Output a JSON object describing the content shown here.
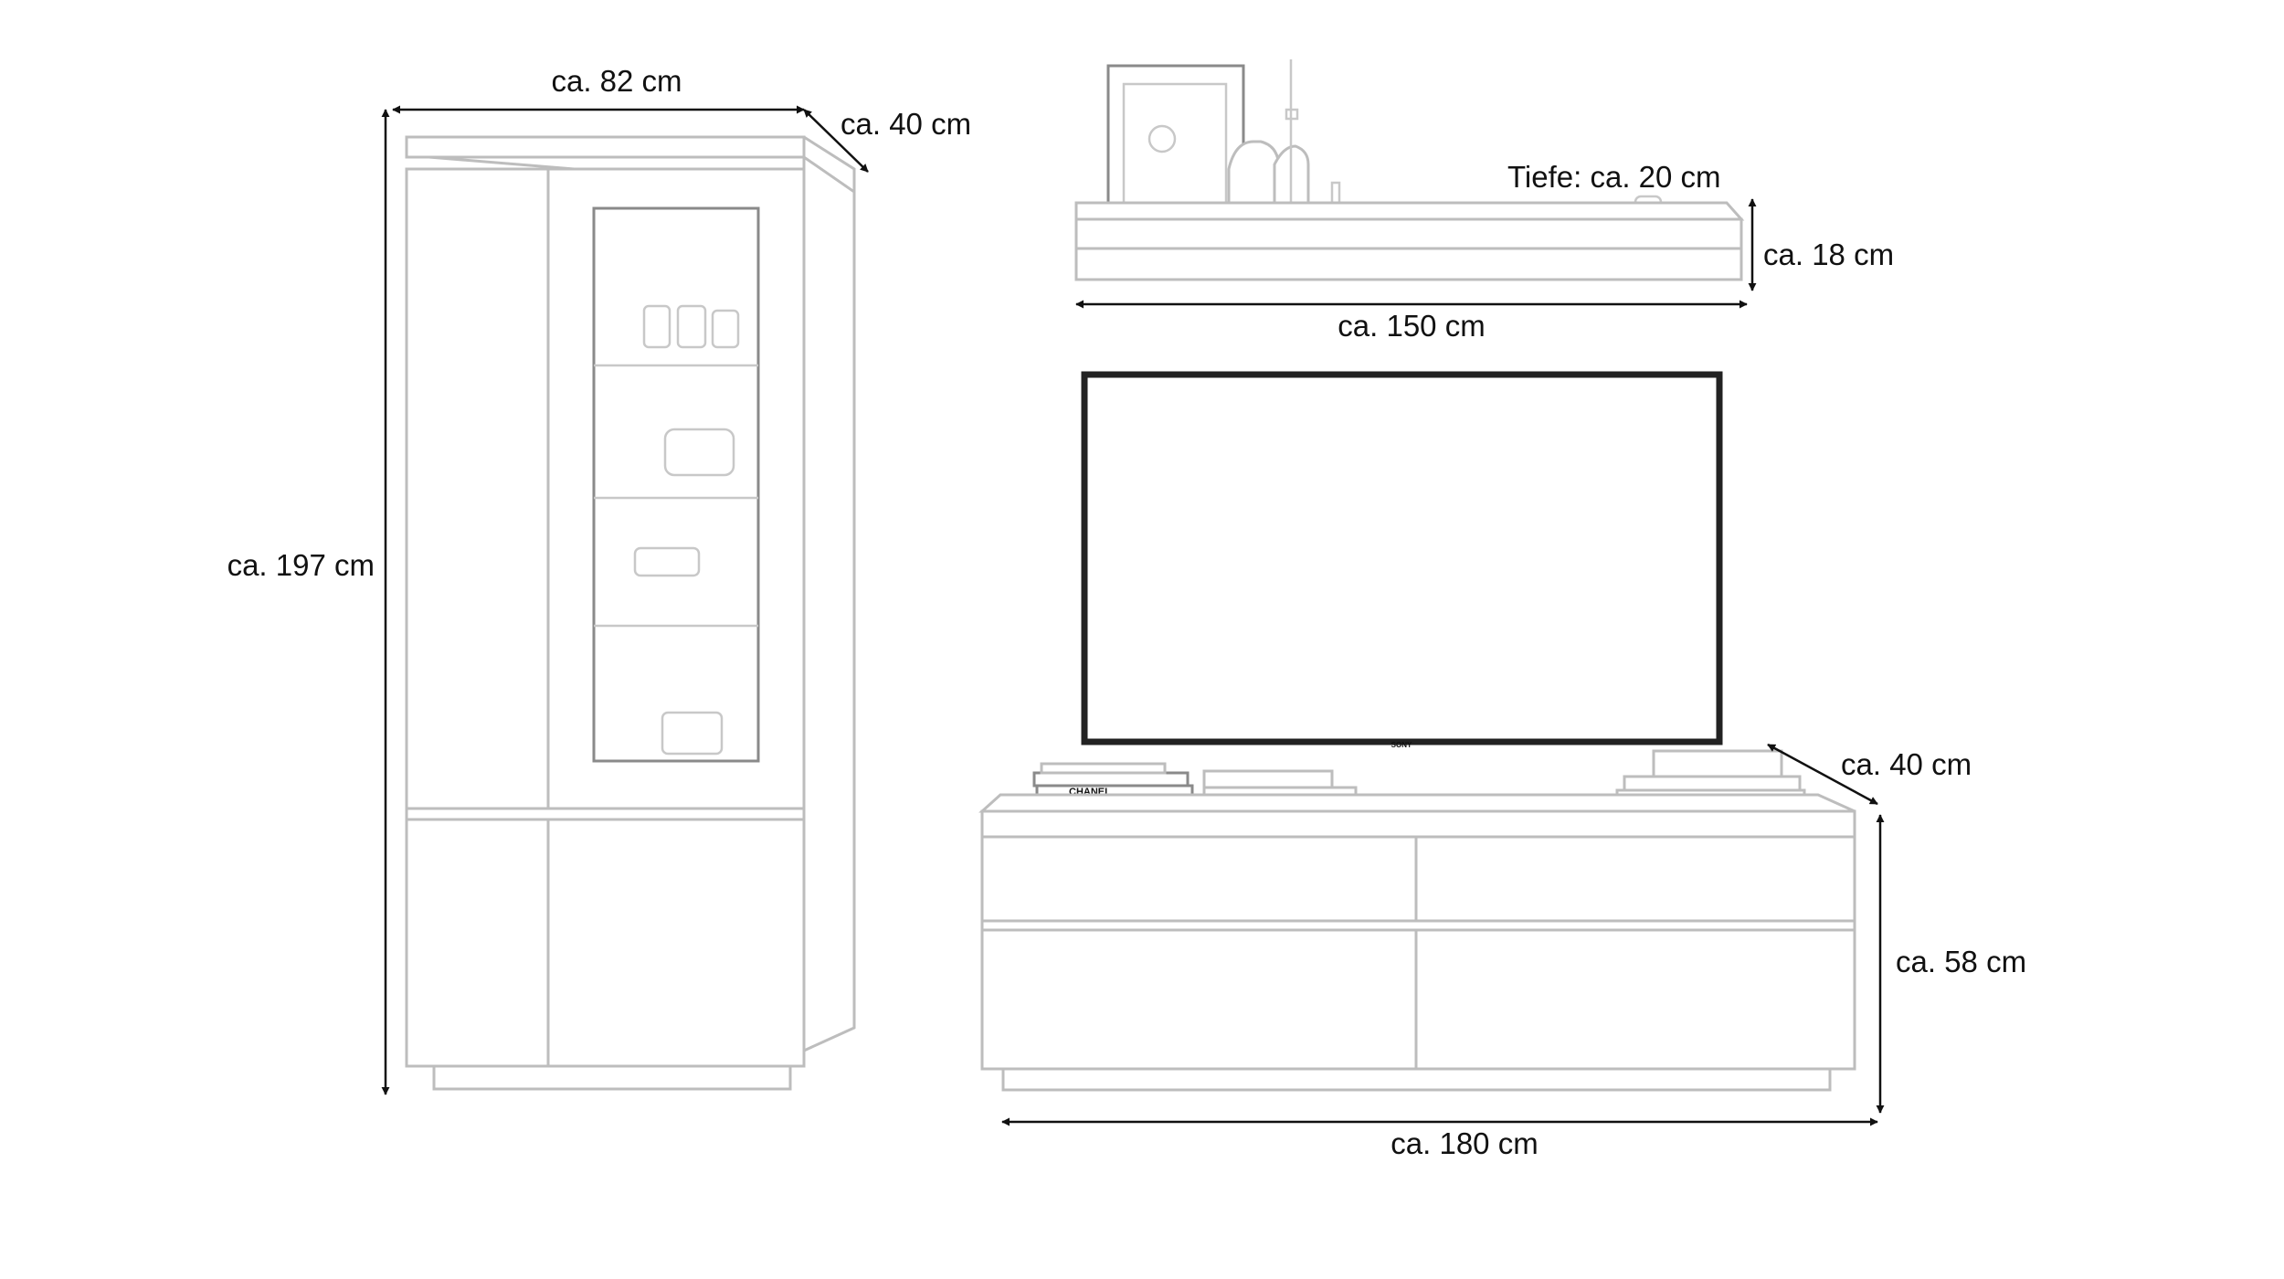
{
  "dimensions": {
    "cabinet_width": "ca. 82 cm",
    "cabinet_depth": "ca. 40 cm",
    "cabinet_height": "ca. 197 cm",
    "shelf_depth": "Tiefe: ca. 20 cm",
    "shelf_height": "ca. 18 cm",
    "shelf_width": "ca. 150 cm",
    "lowboard_depth": "ca. 40 cm",
    "lowboard_height": "ca. 58 cm",
    "lowboard_width": "ca. 180 cm"
  },
  "product_labels": {
    "tv_brand": "SONY",
    "book_brand": "CHANEL"
  }
}
